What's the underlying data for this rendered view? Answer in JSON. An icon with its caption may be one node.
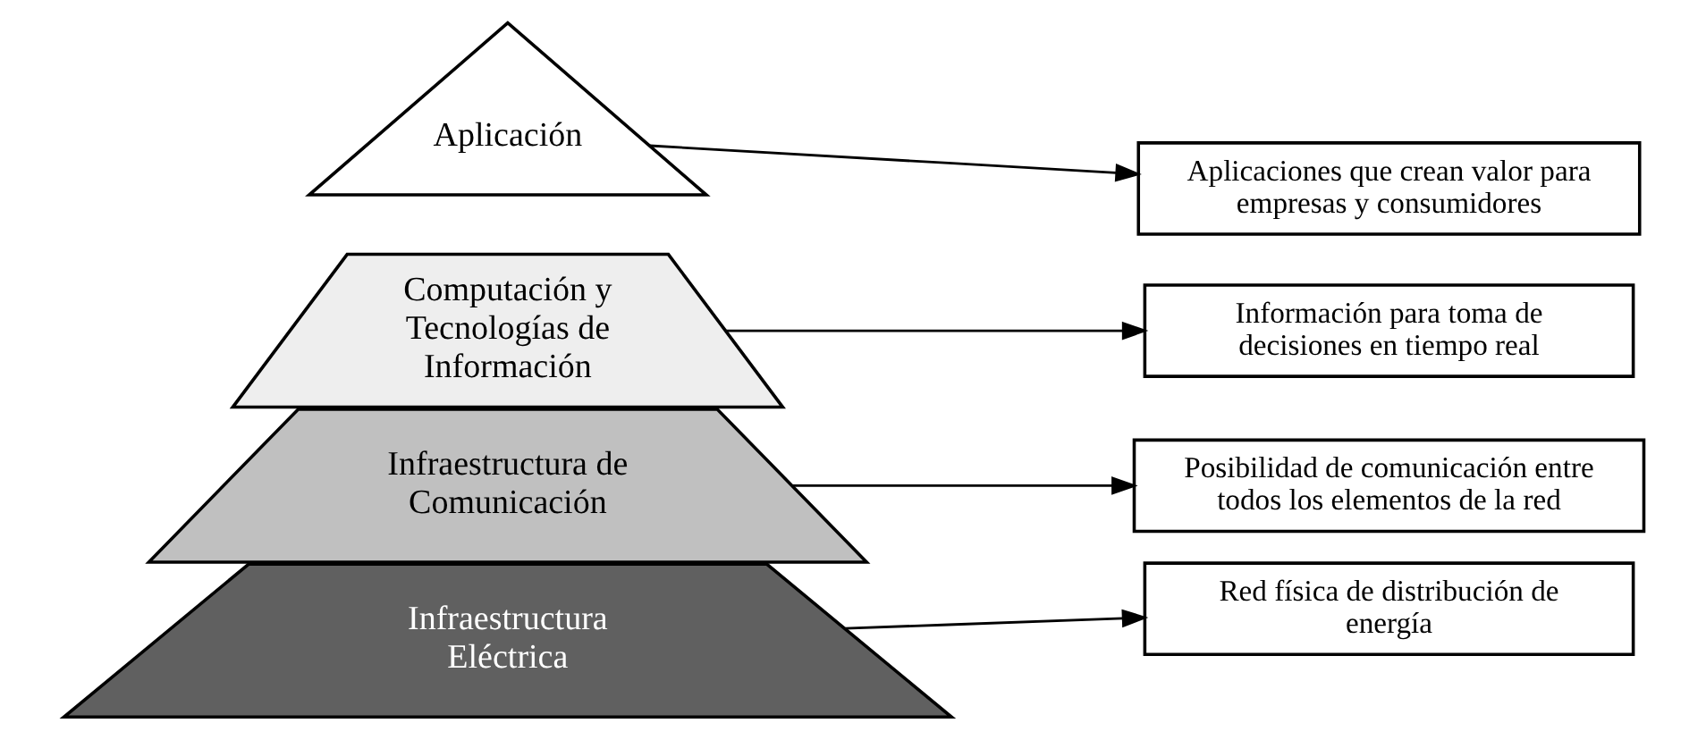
{
  "diagram": {
    "nodes": [
      {
        "text": [
          "Aplicación"
        ]
      },
      {
        "text": [
          "Computación y Tecnologías de Información"
        ]
      },
      {
        "text": [
          "Infraestructura de Comunicación"
        ]
      },
      {
        "text": [
          "Infraestructura Eléctrica"
        ]
      },
      {
        "text": [
          "Aplicaciones que crean valor para empresas y consumidores"
        ]
      },
      {
        "text": [
          "Información para toma de decisiones en tiempo real"
        ]
      },
      {
        "text": [
          "Posibilidad de comunicación entre todos los elementos de la red"
        ]
      },
      {
        "text": [
          "Red física de distribución de energía"
        ]
      }
    ],
    "edges": [
      {
        "from": 0,
        "to": 4,
        "arrow": "to"
      },
      {
        "from": 1,
        "to": 5,
        "arrow": "to"
      },
      {
        "from": 2,
        "to": 6,
        "arrow": "to"
      },
      {
        "from": 3,
        "to": 7,
        "arrow": "to"
      }
    ]
  }
}
